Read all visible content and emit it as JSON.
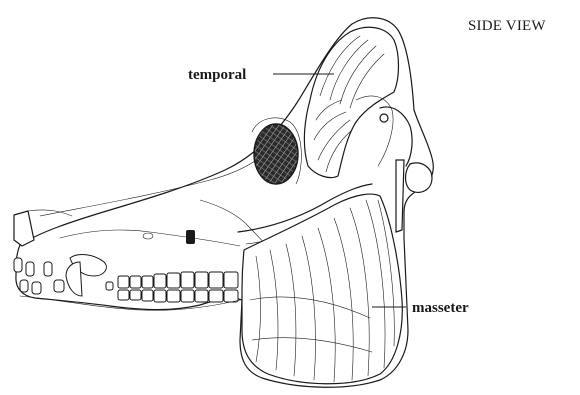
{
  "view_label": "SIDE VIEW",
  "labels": {
    "temporal": "temporal",
    "masseter": "masseter"
  },
  "colors": {
    "ink": "#1a1a1a",
    "background": "#ffffff"
  }
}
